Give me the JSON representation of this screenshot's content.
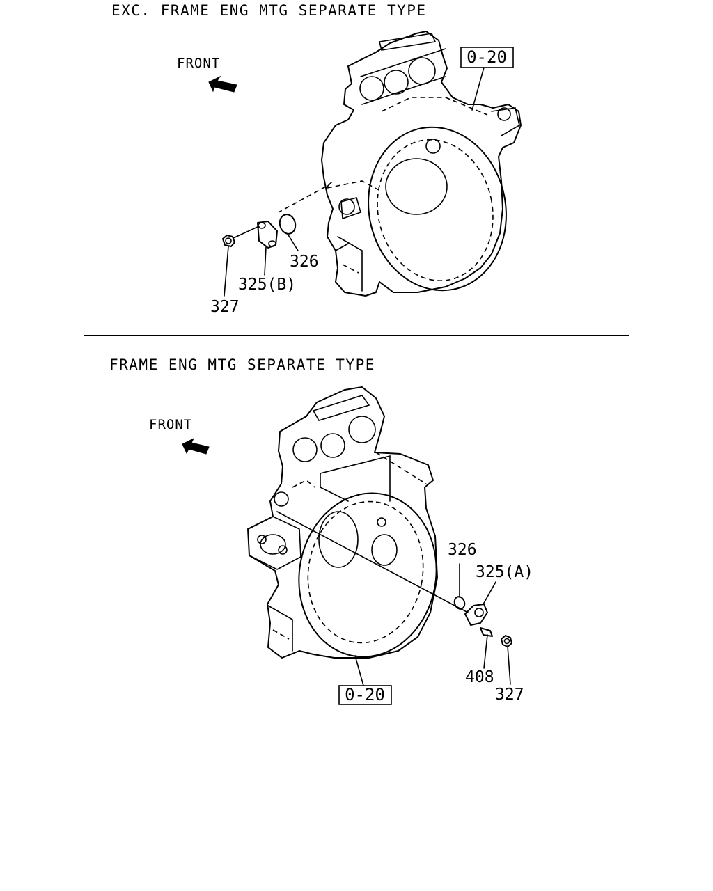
{
  "sections": [
    {
      "caption": "EXC. FRAME ENG MTG SEPARATE TYPE",
      "front_label": "FRONT",
      "ref_box": "0-20",
      "callouts": {
        "oring": "326",
        "cover": "325(B)",
        "nut": "327"
      }
    },
    {
      "caption": "FRAME ENG MTG SEPARATE TYPE",
      "front_label": "FRONT",
      "ref_box": "0-20",
      "callouts": {
        "oring": "326",
        "cover": "325(A)",
        "stud": "408",
        "nut": "327"
      }
    }
  ]
}
